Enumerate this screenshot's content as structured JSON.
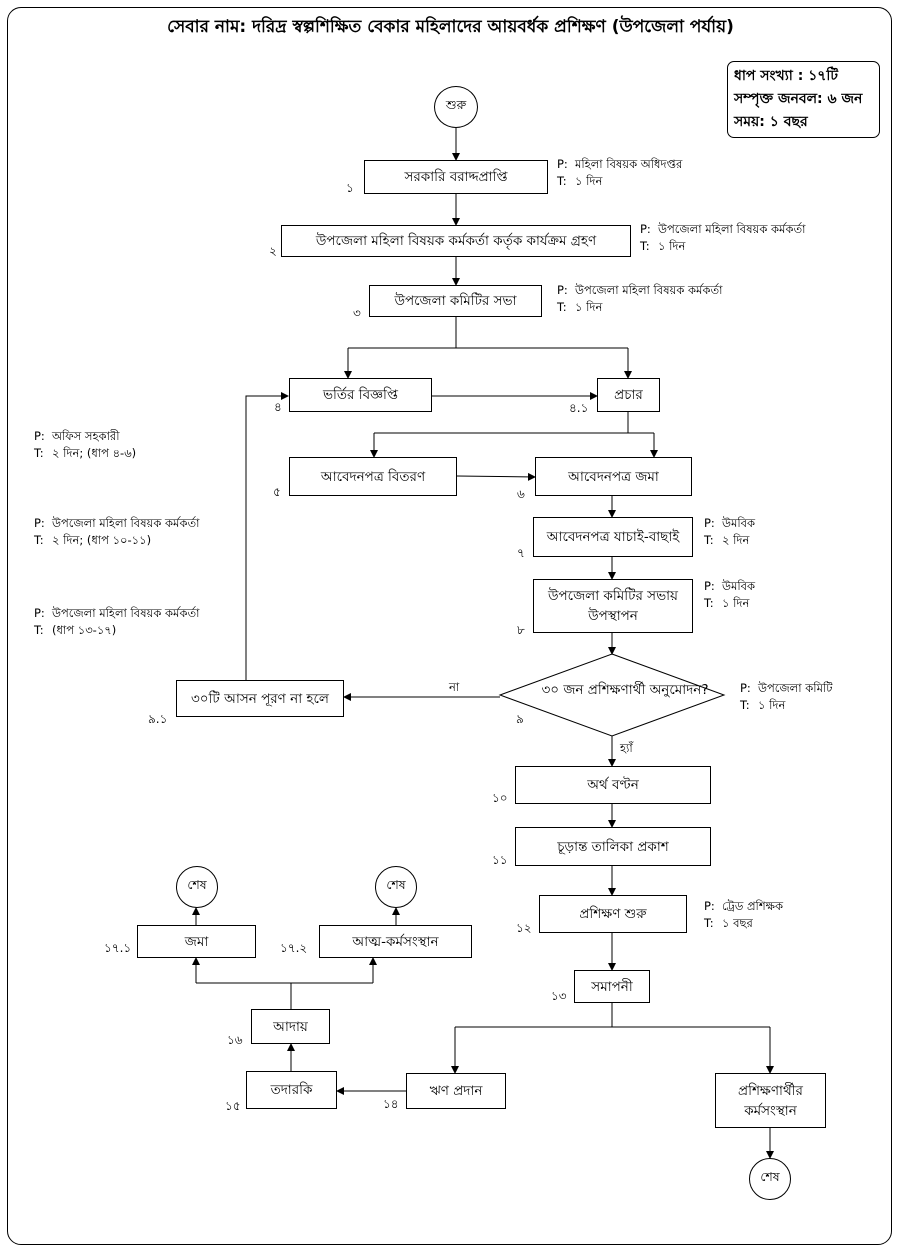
{
  "title": "সেবার নাম: দরিদ্র স্বল্পশিক্ষিত বেকার মহিলাদের আয়বর্ধক প্রশিক্ষণ (উপজেলা পর্যায়)",
  "summary": {
    "steps": "ধাপ সংখ্যা : ১৭টি",
    "people": "সম্পৃক্ত জনবল: ৬ জন",
    "time": "সময়: ১ বছর"
  },
  "labels": {
    "p": "P:",
    "t": "T:"
  },
  "nodes": {
    "start": "শুরু",
    "s1": "সরকারি বরাদ্দপ্রাপ্তি",
    "s2": "উপজেলা মহিলা বিষয়ক কর্মকর্তা কর্তৃক কার্যক্রম গ্রহণ",
    "s3": "উপজেলা কমিটির সভা",
    "s4": "ভর্তির বিজ্ঞপ্তি",
    "s41": "প্রচার",
    "s5": "আবেদনপত্র বিতরণ",
    "s6": "আবেদনপত্র জমা",
    "s7": "আবেদনপত্র যাচাই-বাছাই",
    "s8": "উপজেলা কমিটির সভায় উপস্থাপন",
    "s9": "৩০ জন প্রশিক্ষণার্থী অনুমোদন?",
    "s91": "৩০টি আসন পূরণ না হলে",
    "s10": "অর্থ বণ্টন",
    "s11": "চূড়ান্ত তালিকা প্রকাশ",
    "s12": "প্রশিক্ষণ শুরু",
    "s13": "সমাপনী",
    "s14": "ঋণ প্রদান",
    "s15": "তদারকি",
    "s16": "আদায়",
    "s171": "জমা",
    "s172": "আত্ম-কর্মসংস্থান",
    "employment": "প্রশিক্ষণার্থীর কর্মসংস্থান",
    "end1": "শেষ",
    "end2": "শেষ",
    "end3": "শেষ"
  },
  "nums": {
    "n1": "১",
    "n2": "২",
    "n3": "৩",
    "n4": "৪",
    "n41": "৪.১",
    "n5": "৫",
    "n6": "৬",
    "n7": "৭",
    "n8": "৮",
    "n9": "৯",
    "n91": "৯.১",
    "n10": "১০",
    "n11": "১১",
    "n12": "১২",
    "n13": "১৩",
    "n14": "১৪",
    "n15": "১৫",
    "n16": "১৬",
    "n171": "১৭.১",
    "n172": "১৭.২"
  },
  "edge_labels": {
    "no": "না",
    "yes": "হ্যাঁ"
  },
  "annotations": {
    "a1": {
      "p": "মহিলা বিষয়ক অধিদপ্তর",
      "t": "১ দিন"
    },
    "a2": {
      "p": "উপজেলা মহিলা বিষয়ক কর্মকর্তা",
      "t": "১ দিন"
    },
    "a3": {
      "p": "উপজেলা মহিলা বিষয়ক কর্মকর্তা",
      "t": "১ দিন"
    },
    "a7": {
      "p": "উমবিক",
      "t": "২ দিন"
    },
    "a8": {
      "p": "উমবিক",
      "t": "১ দিন"
    },
    "a9": {
      "p": "উপজেলা কমিটি",
      "t": "১ দিন"
    },
    "a12": {
      "p": "ট্রেড প্রশিক্ষক",
      "t": "১ বছর"
    },
    "left1": {
      "p": "অফিস সহকারী",
      "t": "২ দিন; (ধাপ ৪-৬)"
    },
    "left2": {
      "p": "উপজেলা মহিলা বিষয়ক কর্মকর্তা",
      "t": "২ দিন; (ধাপ ১০-১১)"
    },
    "left3": {
      "p": "উপজেলা মহিলা বিষয়ক কর্মকর্তা",
      "t": "(ধাপ ১৩-১৭)"
    }
  }
}
